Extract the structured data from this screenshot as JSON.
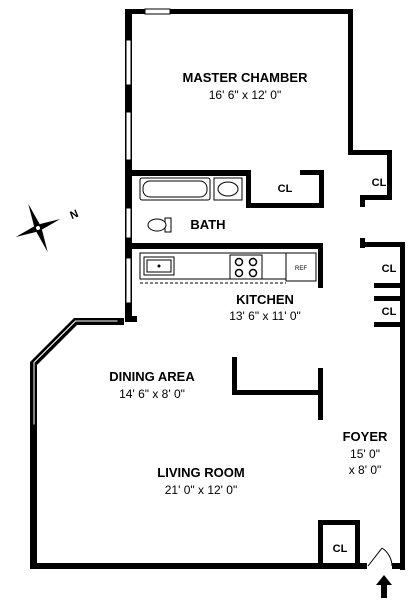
{
  "rooms": {
    "master": {
      "name": "MASTER CHAMBER",
      "dims": "16' 6\" x 12' 0\""
    },
    "bath": {
      "name": "BATH"
    },
    "kitchen": {
      "name": "KITCHEN",
      "dims": "13' 6\" x 11' 0\""
    },
    "dining": {
      "name": "DINING AREA",
      "dims": "14' 6\" x 8' 0\""
    },
    "living": {
      "name": "LIVING ROOM",
      "dims": "21' 0\" x 12' 0\""
    },
    "foyer": {
      "name": "FOYER",
      "dims_line1": "15' 0\"",
      "dims_line2": "x 8' 0\""
    }
  },
  "closets": [
    "CL",
    "CL",
    "CL",
    "CL",
    "CL"
  ],
  "fixtures": {
    "refrigerator": "REF"
  },
  "compass": {
    "north": "N"
  },
  "icons": [
    "compass-icon",
    "entry-arrow-icon",
    "door-swing-icon",
    "sink-icon",
    "stove-icon",
    "tub-icon",
    "toilet-icon"
  ]
}
